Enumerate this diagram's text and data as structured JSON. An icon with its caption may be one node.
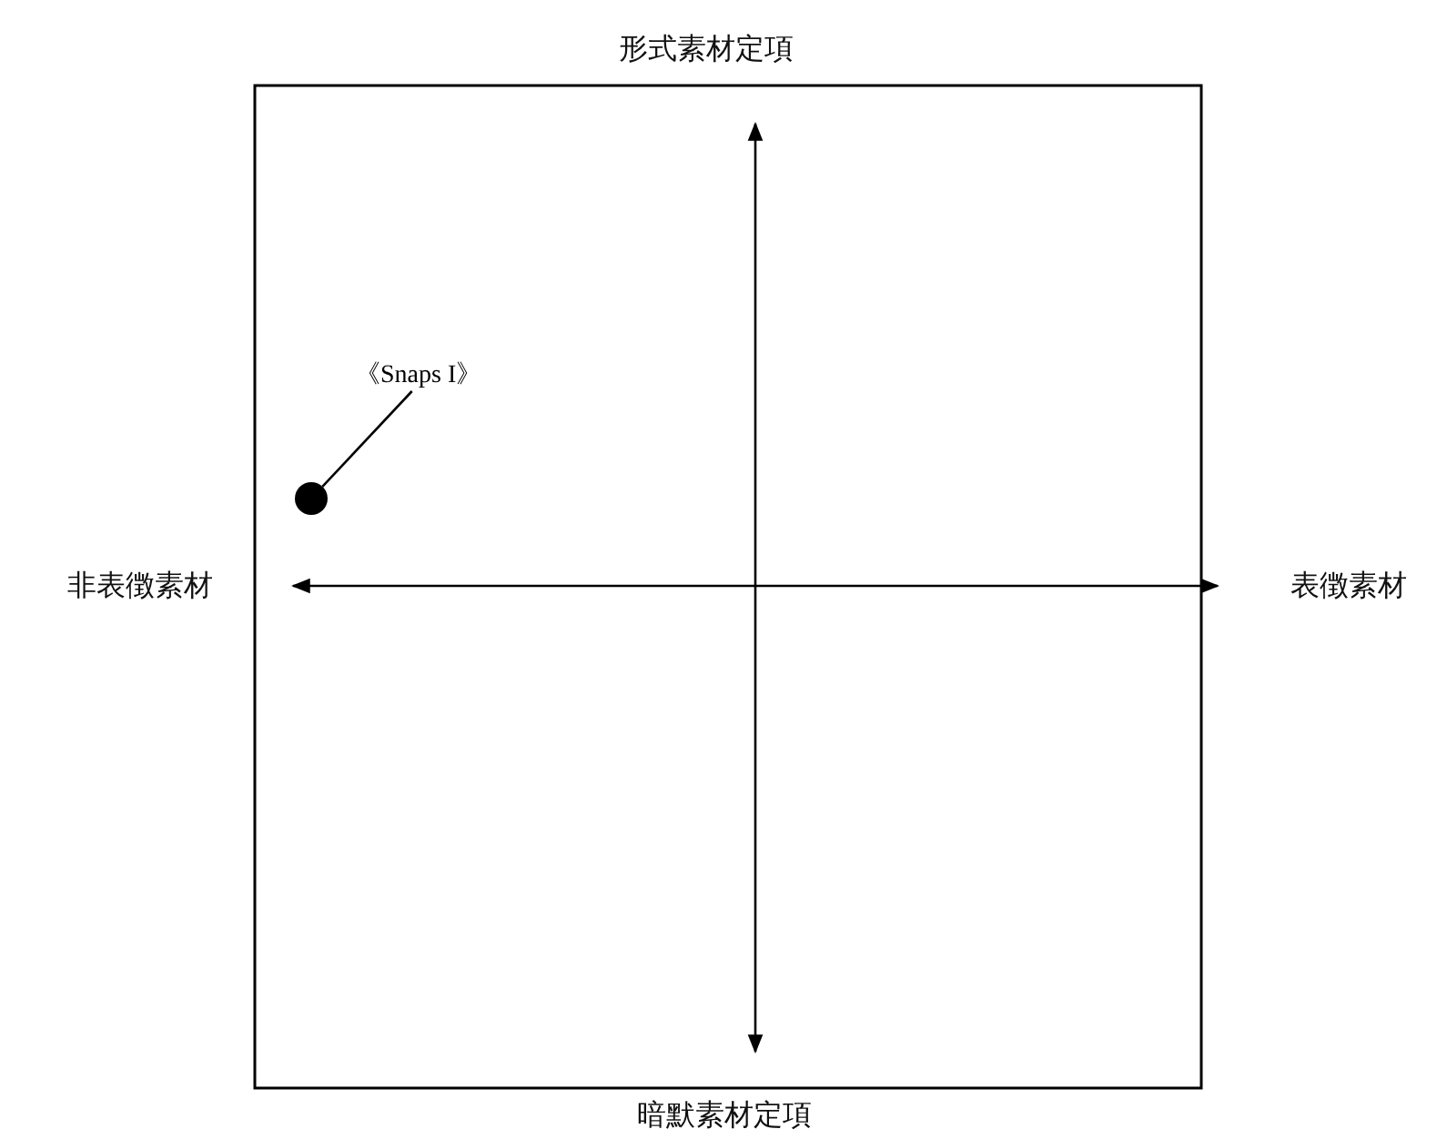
{
  "diagram": {
    "nodes": [
      {
        "text": [
          "《Snaps I》"
        ]
      },
      {
        "text": [],
        "shape": "circle"
      }
    ],
    "edges": [
      {
        "from": 0,
        "to": 1,
        "arrow": "none"
      }
    ],
    "labels": [
      "形式素材定項",
      "非表徴素材",
      "表徴素材",
      "暗默素材定項"
    ]
  }
}
